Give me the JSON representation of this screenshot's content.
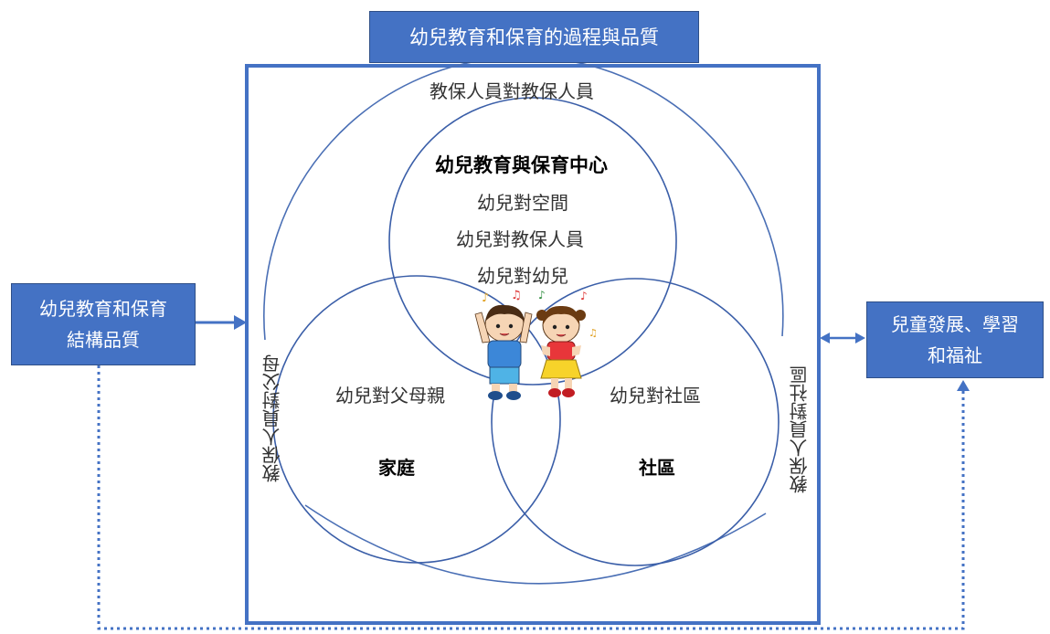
{
  "header": {
    "title": "幼兒教育和保育的過程與品質"
  },
  "left_box": {
    "line1": "幼兒教育和保育",
    "line2": "結構品質"
  },
  "right_box": {
    "line1": "兒童發展、學習",
    "line2": "和福祉"
  },
  "outer_circle": {
    "label": "教保人員對教保人員"
  },
  "left_side": {
    "label": "教保人員對父母"
  },
  "right_side": {
    "label": "教保人員對社區"
  },
  "center_circle": {
    "title": "幼兒教育與保育中心",
    "items": [
      "幼兒對空間",
      "幼兒對教保人員",
      "幼兒對幼兒"
    ]
  },
  "family_circle": {
    "relation": "幼兒對父母親",
    "title": "家庭"
  },
  "community_circle": {
    "relation": "幼兒對社區",
    "title": "社區"
  },
  "colors": {
    "box_fill": "#4472c4",
    "line": "#4472c4",
    "circle": "#3a5ea8"
  },
  "icons": [
    "children-illustration-icon",
    "music-note-icon",
    "arrow-right-icon",
    "double-arrow-icon"
  ]
}
